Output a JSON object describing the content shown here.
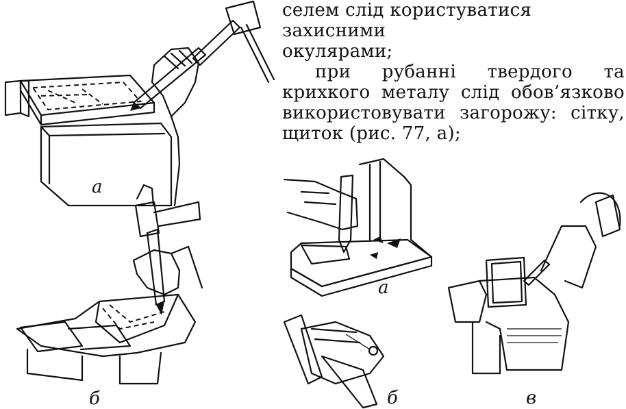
{
  "text": {
    "line1": "селем слід користуватися захисними",
    "line2": "окулярами;",
    "para2": "при рубанні твердого та крихкого металу слід обов’язково використовувати загорожу: сітку, щиток (рис. 77, а);"
  },
  "captions": {
    "fig_left_a": "а",
    "fig_left_b": "б",
    "fig_right_a": "а",
    "fig_right_b": "б",
    "fig_right_v": "в"
  }
}
